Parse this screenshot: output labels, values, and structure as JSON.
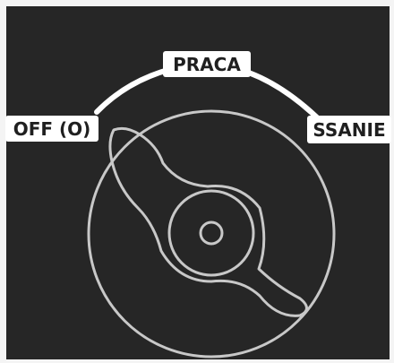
{
  "selector": {
    "positions": {
      "off": "OFF (O)",
      "work": "PRACA",
      "suction": "SSANIE"
    },
    "current_position": "OFF (O)",
    "colors": {
      "background": "#262626",
      "arc": "#ffffff",
      "outline": "#c8c8c8",
      "label_bg": "#ffffff",
      "label_text": "#1f1f1f"
    }
  }
}
